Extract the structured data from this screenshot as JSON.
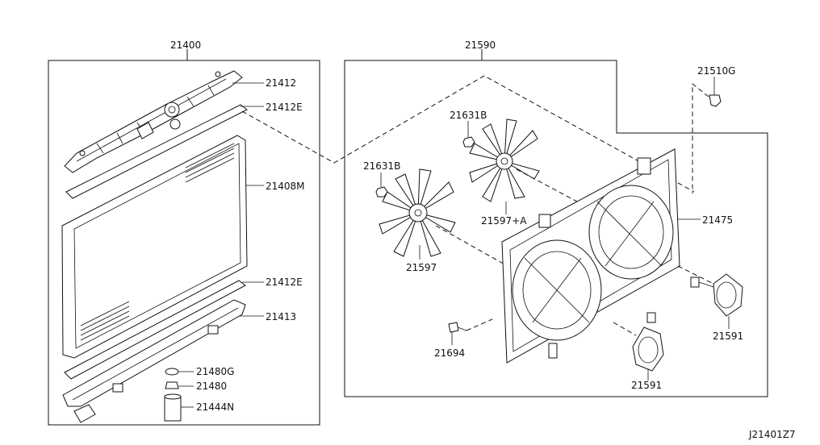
{
  "parts": {
    "radiator_assembly": "21400",
    "upper_tank": "21412",
    "upper_seal": "21412E",
    "core": "21408M",
    "lower_seal": "21412E",
    "lower_tank": "21413",
    "drain_gasket": "21480G",
    "drain_plug": "21480",
    "hose": "21444N",
    "fan_assembly": "21590",
    "bracket_clip": "21510G",
    "nut_left": "21631B",
    "nut_right": "21631B",
    "fan_right": "21597+A",
    "fan_left": "21597",
    "shroud": "21475",
    "screw": "21694",
    "motor_right": "21591",
    "motor_bottom": "21591"
  },
  "diagram_code": "J21401Z7"
}
